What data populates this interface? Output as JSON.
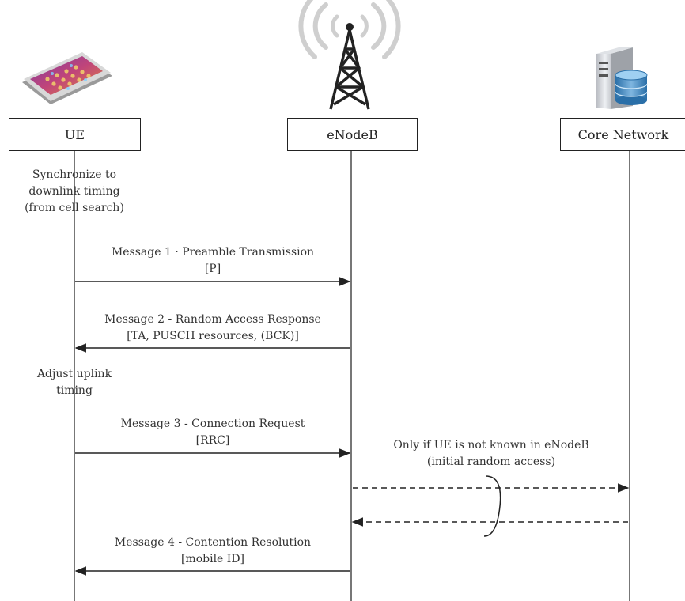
{
  "entities": {
    "ue": {
      "label": "UE",
      "icon": "smartphone-icon"
    },
    "enodeb": {
      "label": "eNodeB",
      "icon": "cell-tower-icon"
    },
    "core": {
      "label": "Core Network",
      "icon": "server-database-icon"
    }
  },
  "notes": {
    "sync": [
      "Synchronize to",
      "downlink  timing",
      "(from cell search)"
    ],
    "adjust": [
      "Adjust uplink",
      "timing"
    ],
    "only_if": [
      "Only if UE is not known in eNodeB",
      "(initial random access)"
    ]
  },
  "messages": [
    {
      "title": "Message 1 · Preamble Transmission",
      "detail": "[P]",
      "direction": "ue-to-enodeb"
    },
    {
      "title": "Message 2 - Random Access Response",
      "detail": "[TA, PUSCH resources, (BCK)]",
      "direction": "enodeb-to-ue"
    },
    {
      "title": "Message 3 - Connection Request",
      "detail": "[RRC]",
      "direction": "ue-to-enodeb"
    },
    {
      "title": "Message 4 - Contention Resolution",
      "detail": "[mobile ID]",
      "direction": "enodeb-to-ue"
    }
  ],
  "colors": {
    "lifeline": "#777777",
    "arrow": "#222222",
    "box_border": "#222222"
  }
}
